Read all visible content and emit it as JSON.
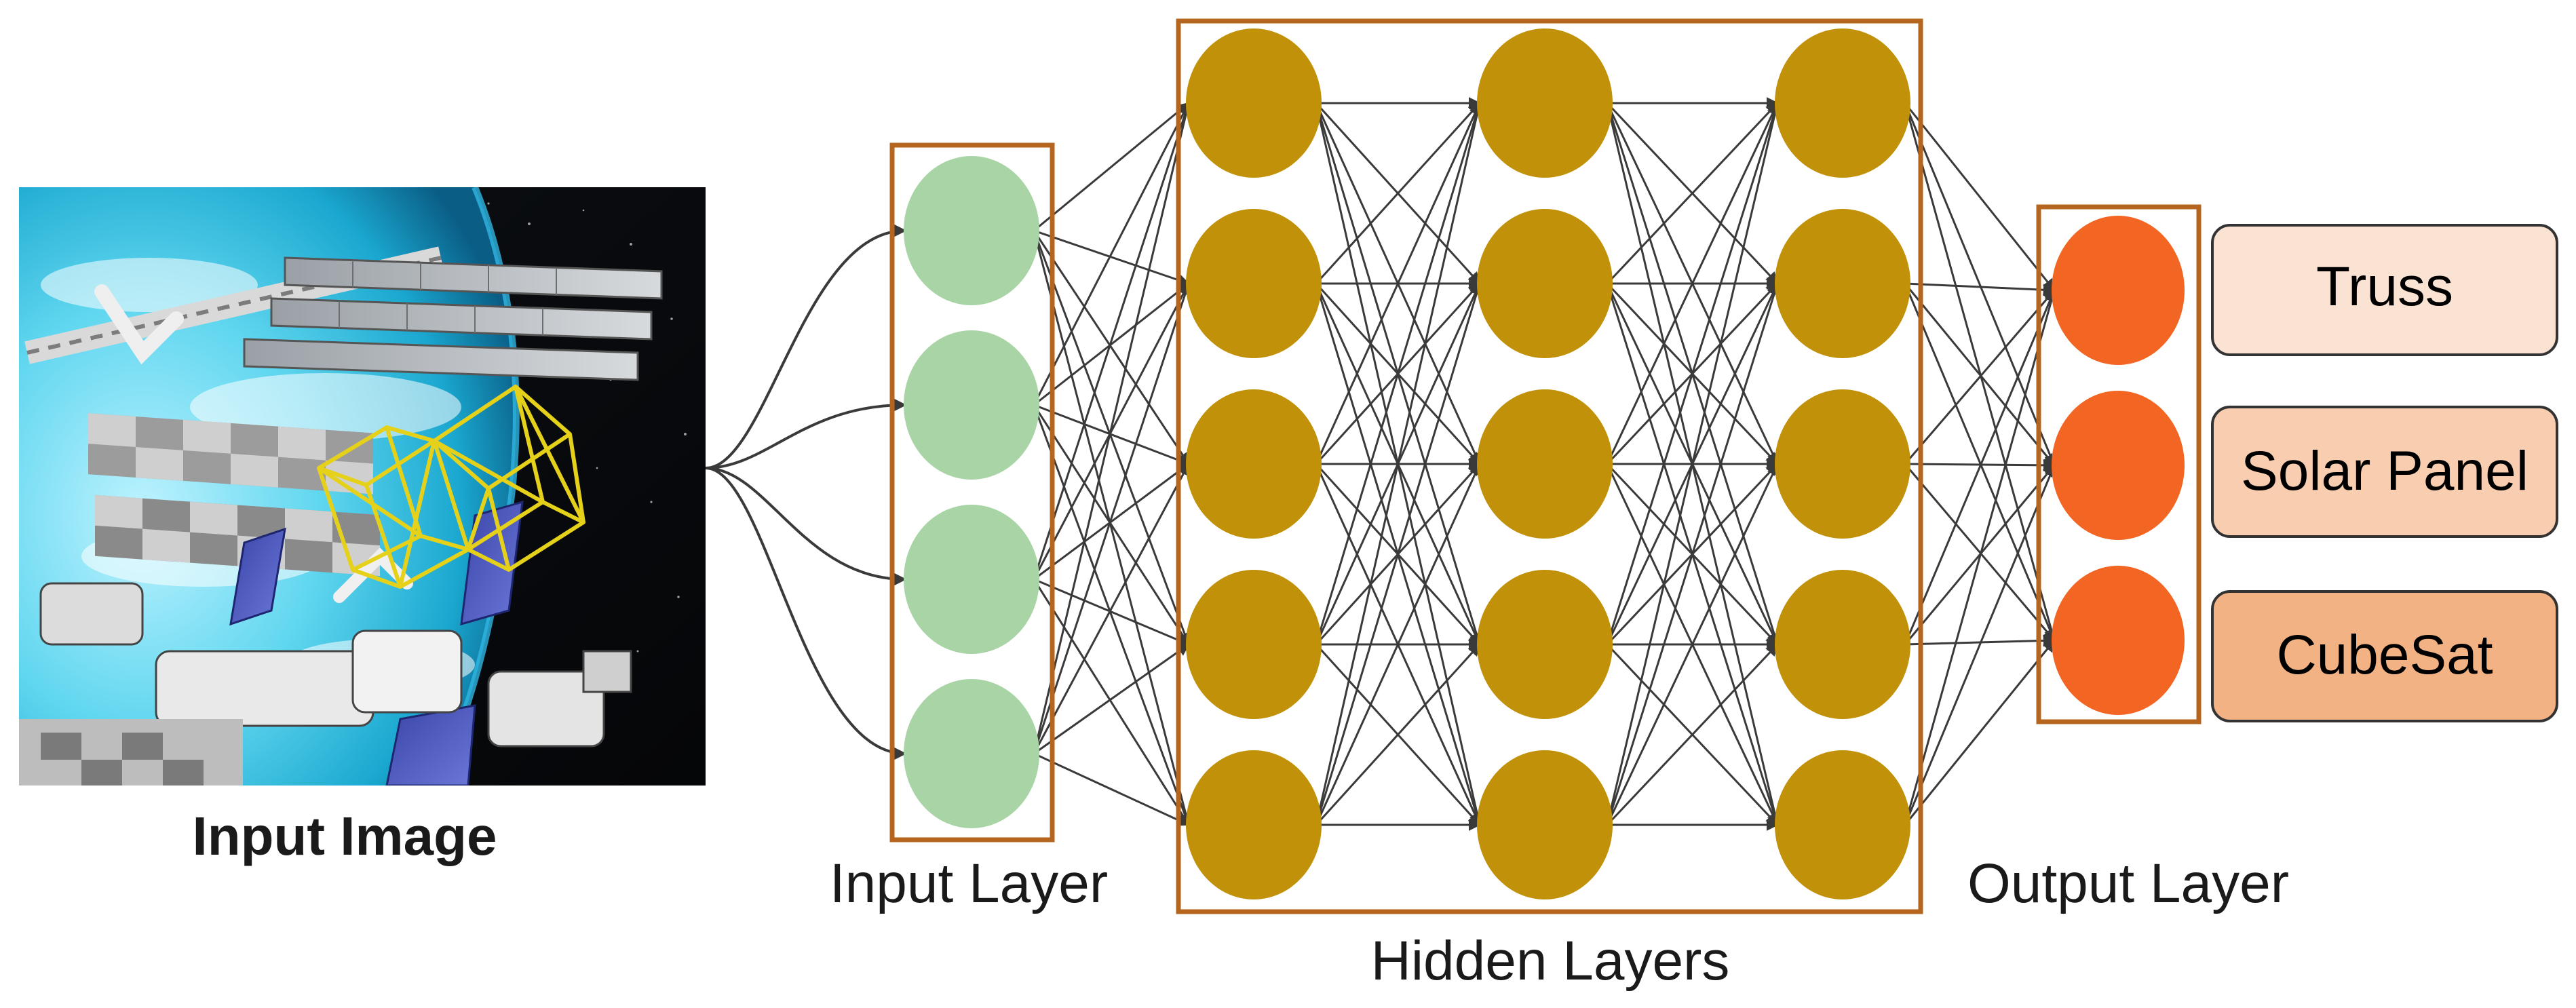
{
  "labels": {
    "input_image": "Input Image",
    "input_layer": "Input Layer",
    "hidden_layers": "Hidden Layers",
    "output_layer": "Output Layer"
  },
  "outputs": [
    {
      "label": "Truss",
      "fill": "#fbe3d3"
    },
    {
      "label": "Solar Panel",
      "fill": "#f8cdb0"
    },
    {
      "label": "CubeSat",
      "fill": "#f3b283"
    }
  ],
  "colors": {
    "input_node": "#a9d4a6",
    "hidden_node": "#c19109",
    "output_node": "#f26522",
    "layer_box": "#b5651d",
    "connection": "#3a3a3a"
  },
  "network": {
    "input_nodes": 4,
    "hidden_layers": 3,
    "hidden_nodes_per_layer": 5,
    "output_nodes": 3
  }
}
